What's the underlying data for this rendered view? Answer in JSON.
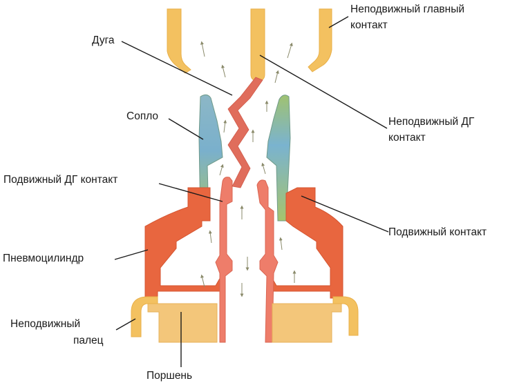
{
  "labels": {
    "fixed_main_contact_line1": "Неподвижный главный",
    "fixed_main_contact_line2": "контакт",
    "arc": "Дуга",
    "nozzle": "Сопло",
    "fixed_arcing_contact_line1": "Неподвижный ДГ",
    "fixed_arcing_contact_line2": "контакт",
    "moving_arcing_contact": "Подвижный ДГ контакт",
    "moving_contact": "Подвижный контакт",
    "pneumatic_cylinder": "Пневмоцилиндр",
    "fixed_finger_line1": "Неподвижный",
    "fixed_finger_line2": "палец",
    "piston": "Поршень"
  },
  "colors": {
    "main_contact": "#f3c160",
    "piston": "#f3c67a",
    "cylinder": "#e8663f",
    "arcing_contact": "#ee7d6a",
    "nozzle_blue": "#7fb3c9",
    "nozzle_green": "#a9c36a",
    "arc": "#e06d5c",
    "gas_flow_arrows": "#8a8a6a"
  }
}
